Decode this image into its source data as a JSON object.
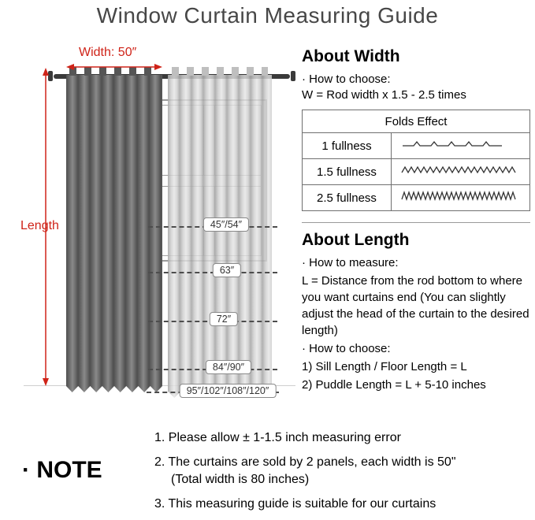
{
  "title": "Window Curtain Measuring Guide",
  "colors": {
    "accent_red": "#cf2318",
    "title_gray": "#474747"
  },
  "diagram": {
    "width_label": "Width:  50″",
    "length_label": "Length",
    "length_marks": [
      {
        "label": "45″/54″"
      },
      {
        "label": "63″"
      },
      {
        "label": "72″"
      },
      {
        "label": "84″/90″"
      },
      {
        "label": "95″/102″/108″/120″"
      }
    ]
  },
  "about_width": {
    "heading": "About Width",
    "how_to_choose": "· How to choose:",
    "formula": "W = Rod width x 1.5 - 2.5 times",
    "folds_table": {
      "header": "Folds Effect",
      "rows": [
        {
          "label": "1 fullness",
          "pattern": "flat-ticks"
        },
        {
          "label": "1.5 fullness",
          "pattern": "zigzag-small"
        },
        {
          "label": "2.5 fullness",
          "pattern": "zigzag-dense"
        }
      ]
    }
  },
  "about_length": {
    "heading": "About Length",
    "how_to_measure": "· How to measure:",
    "measure_text": "L = Distance from the rod bottom to where you want curtains end  (You can slightly adjust the head of the curtain to the desired length)",
    "how_to_choose": "· How to choose:",
    "options": [
      "1)  Sill Length / Floor Length = L",
      "2)  Puddle Length = L + 5-10 inches"
    ]
  },
  "note": {
    "heading": "· NOTE",
    "items": [
      {
        "lines": [
          "1. Please allow ± 1-1.5 inch measuring error"
        ]
      },
      {
        "lines": [
          "2. The curtains are sold by 2 panels, each width is 50\"",
          "(Total width is 80 inches)"
        ]
      },
      {
        "lines": [
          "3. This measuring guide is suitable for our curtains"
        ]
      }
    ]
  }
}
